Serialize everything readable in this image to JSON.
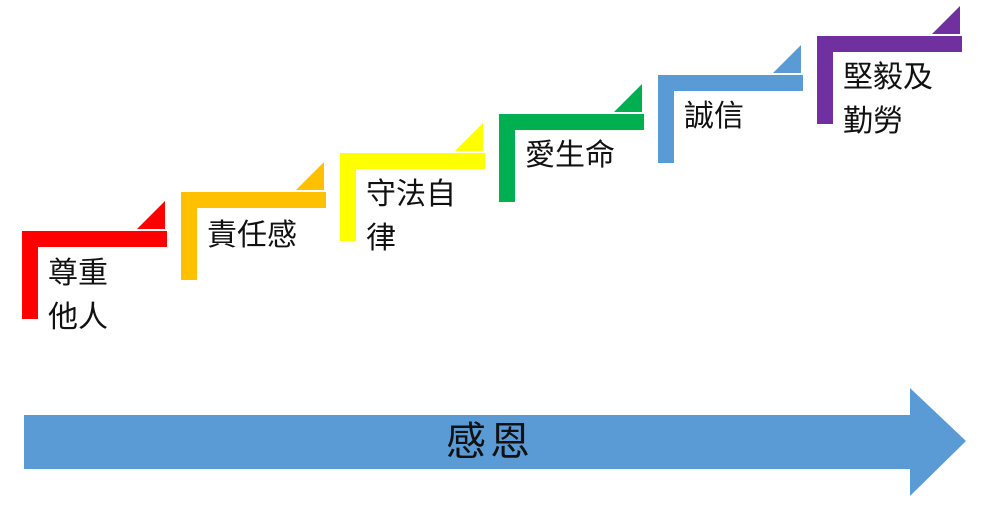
{
  "steps": [
    {
      "label": "尊重\n他人",
      "color": "#ff0000"
    },
    {
      "label": "責任感",
      "color": "#ffc000"
    },
    {
      "label": "守法自\n律",
      "color": "#ffff00"
    },
    {
      "label": "愛生命",
      "color": "#00b050"
    },
    {
      "label": "誠信",
      "color": "#5b9bd5"
    },
    {
      "label": "堅毅及\n勤勞",
      "color": "#7030a0"
    }
  ],
  "arrow": {
    "label": "感恩",
    "color": "#5b9bd5"
  }
}
